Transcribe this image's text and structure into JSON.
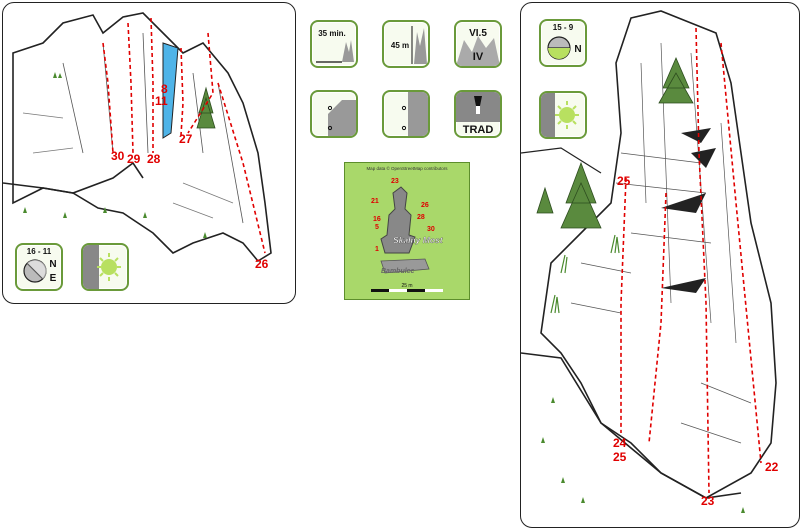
{
  "left_topo": {
    "routes": [
      "30",
      "29",
      "28",
      "8",
      "11",
      "27",
      "26"
    ],
    "time_window": "16 - 11",
    "aspect_letters": [
      "N",
      "E"
    ]
  },
  "icons": {
    "approach_time": "35 min.",
    "height": "45 m",
    "grade_top": "VI.5",
    "grade_bottom": "IV",
    "protection": "TRAD"
  },
  "map": {
    "credit": "Map data © OpenStreetMap contributors",
    "labels": [
      "23",
      "21",
      "26",
      "16",
      "28",
      "5",
      "30",
      "1"
    ],
    "rock_name": "Skalny Most",
    "rock_name2": "Bambulec",
    "scale": "25 m"
  },
  "right_topo": {
    "routes": [
      "25",
      "24",
      "25",
      "23",
      "22"
    ],
    "time_window": "15 - 9",
    "aspect_letter": "N"
  },
  "colors": {
    "route": "#e00000",
    "icon_border": "#6a9a3a",
    "map_bg": "#a9d86a"
  }
}
